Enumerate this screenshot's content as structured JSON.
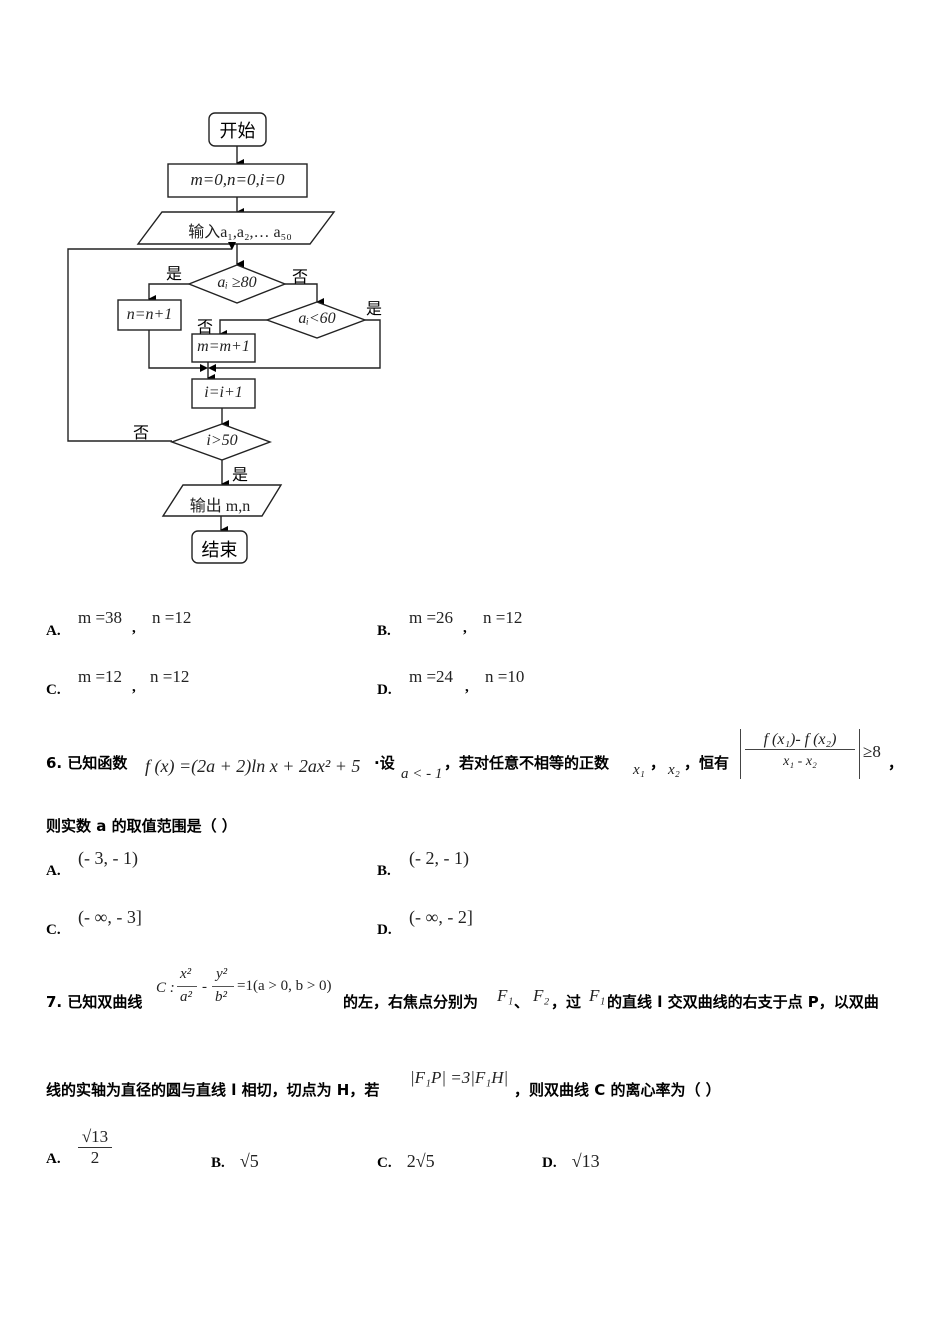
{
  "flowchart": {
    "start": "开始",
    "init": "m=0,n=0,i=0",
    "input": "输入a₁,a₂,… a₅₀",
    "decision1": "aᵢ ≥80",
    "decision2": "aᵢ<60",
    "box_n": "n=n+1",
    "box_m": "m=m+1",
    "box_i": "i=i+1",
    "decision3": "i>50",
    "output": "输出 m,n",
    "end": "结束",
    "yes": "是",
    "no": "否"
  },
  "q5_options": [
    {
      "letter": "A.",
      "m": "m =38",
      "n": "n =12"
    },
    {
      "letter": "B.",
      "m": "m =26",
      "n": "n =12"
    },
    {
      "letter": "C.",
      "m": "m =12",
      "n": "n =12"
    },
    {
      "letter": "D.",
      "m": "m =24",
      "n": "n =10"
    }
  ],
  "q6": {
    "number": "6.",
    "text1": "已知函数",
    "func": "f (x) =(2a + 2)ln x + 2ax² + 5",
    "text2": "·设",
    "cond": "a < - 1",
    "text3": "，若对任意不相等的正数",
    "x1": "x₁",
    "sep": "，",
    "x2": "x₂",
    "text4": "，恒有",
    "frac_num": "f (x₁)-  f (x₂)",
    "frac_den": "x₁ -  x₂",
    "ineq": "≥8",
    "comma": "，",
    "line2": "则实数 a 的取值范围是（    ）",
    "options": [
      {
        "letter": "A.",
        "value": "(- 3, - 1)"
      },
      {
        "letter": "B.",
        "value": "(- 2, - 1)"
      },
      {
        "letter": "C.",
        "value": "(- ∞, - 3]"
      },
      {
        "letter": "D.",
        "value": "(- ∞, - 2]"
      }
    ]
  },
  "q7": {
    "number": "7.",
    "text1": "已知双曲线",
    "eq_prefix": "C :",
    "eq_x": "x²",
    "eq_a": "a²",
    "eq_minus": "-",
    "eq_y": "y²",
    "eq_b": "b²",
    "eq_suffix": "=1(a > 0, b > 0)",
    "text2": "的左，右焦点分别为",
    "F1": "F₁",
    "dun": "、",
    "F2": "F₂",
    "text3": "，过",
    "F1b": "F₁",
    "text4": "的直线 l 交双曲线的右支于点 P，以双曲",
    "line2a": "线的实轴为直径的圆与直线 l 相切，切点为 H，若",
    "cond": "|F₁P| =3|F₁H|",
    "line2b": "，则双曲线 C 的离心率为（    ）",
    "options": [
      {
        "letter": "A.",
        "num": "√13",
        "den": "2"
      },
      {
        "letter": "B.",
        "value": "√5"
      },
      {
        "letter": "C.",
        "value": "2√5"
      },
      {
        "letter": "D.",
        "value": "√13"
      }
    ]
  }
}
